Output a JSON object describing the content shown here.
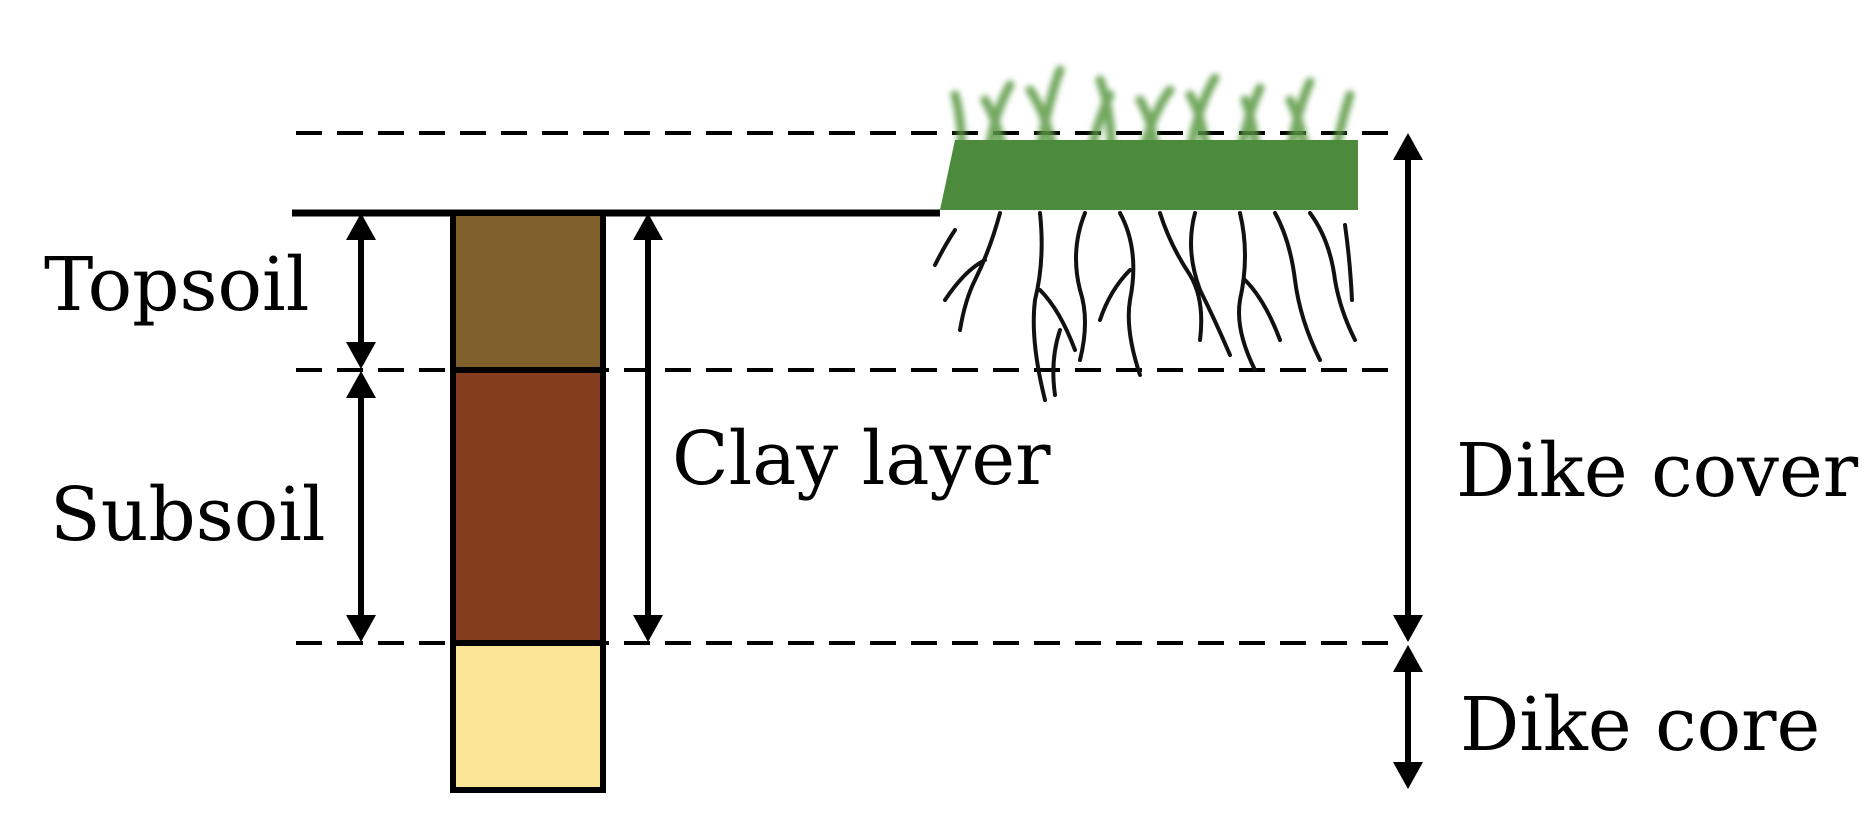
{
  "labels": {
    "topsoil": "Topsoil",
    "subsoil": "Subsoil",
    "clay_layer": "Clay layer",
    "dike_cover": "Dike cover",
    "dike_core": "Dike core"
  },
  "colors": {
    "topsoil": "#80602a",
    "subsoil": "#843e1e",
    "dike_core": "#fce597",
    "grass": "#4b8b3b",
    "grass_light": "#6aa84f",
    "line": "#000000"
  },
  "icons": {
    "grass": "grass-icon",
    "roots": "roots-icon"
  }
}
